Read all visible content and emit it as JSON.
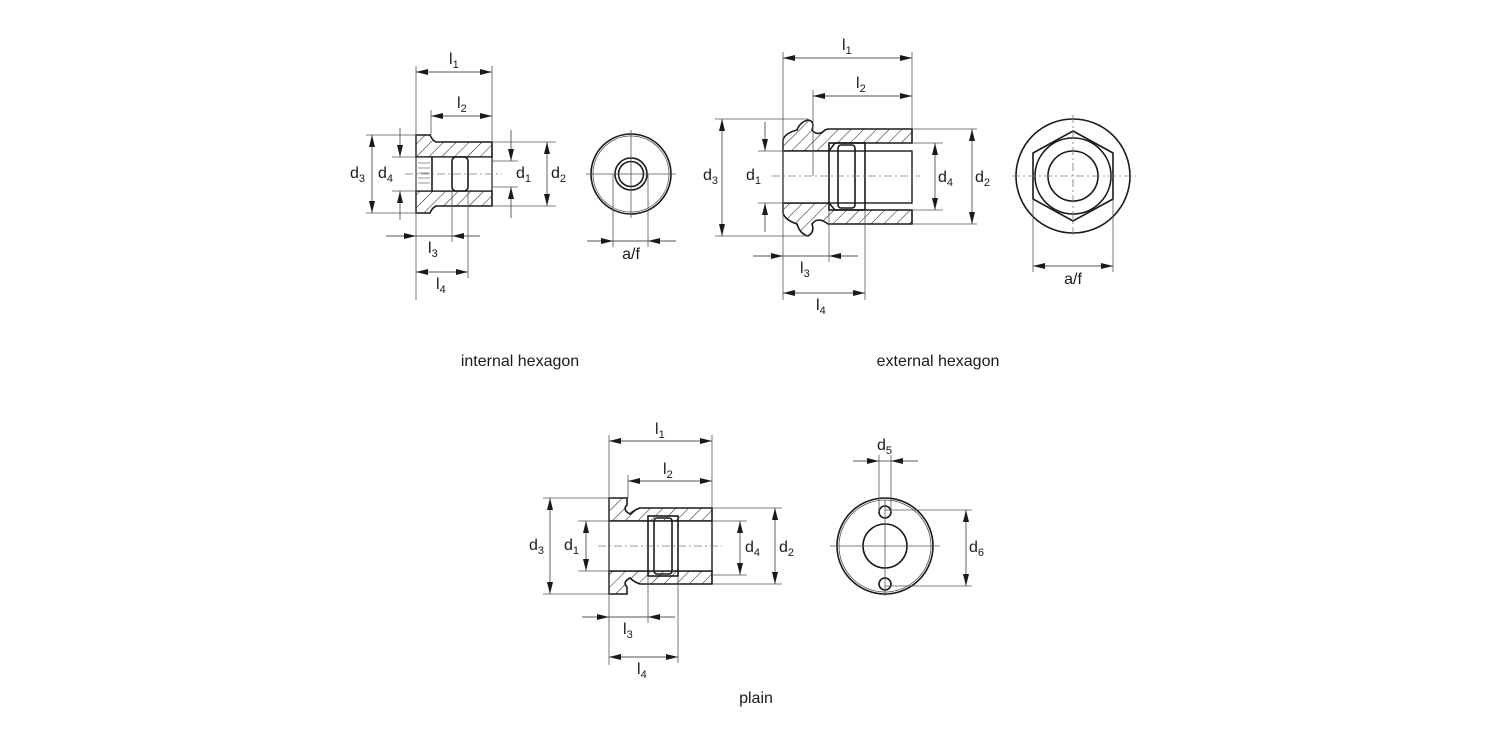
{
  "views": {
    "internal_hexagon": {
      "caption": "internal hexagon",
      "labels": {
        "l1": {
          "base": "l",
          "sub": "1"
        },
        "l2": {
          "base": "l",
          "sub": "2"
        },
        "l3": {
          "base": "l",
          "sub": "3"
        },
        "l4": {
          "base": "l",
          "sub": "4"
        },
        "d1": {
          "base": "d",
          "sub": "1"
        },
        "d2": {
          "base": "d",
          "sub": "2"
        },
        "d3": {
          "base": "d",
          "sub": "3"
        },
        "d4": {
          "base": "d",
          "sub": "4"
        },
        "af": "a/f"
      }
    },
    "external_hexagon": {
      "caption": "external hexagon",
      "labels": {
        "l1": {
          "base": "l",
          "sub": "1"
        },
        "l2": {
          "base": "l",
          "sub": "2"
        },
        "l3": {
          "base": "l",
          "sub": "3"
        },
        "l4": {
          "base": "l",
          "sub": "4"
        },
        "d1": {
          "base": "d",
          "sub": "1"
        },
        "d2": {
          "base": "d",
          "sub": "2"
        },
        "d3": {
          "base": "d",
          "sub": "3"
        },
        "d4": {
          "base": "d",
          "sub": "4"
        },
        "af": "a/f"
      }
    },
    "plain": {
      "caption": "plain",
      "labels": {
        "l1": {
          "base": "l",
          "sub": "1"
        },
        "l2": {
          "base": "l",
          "sub": "2"
        },
        "l3": {
          "base": "l",
          "sub": "3"
        },
        "l4": {
          "base": "l",
          "sub": "4"
        },
        "d1": {
          "base": "d",
          "sub": "1"
        },
        "d2": {
          "base": "d",
          "sub": "2"
        },
        "d3": {
          "base": "d",
          "sub": "3"
        },
        "d4": {
          "base": "d",
          "sub": "4"
        },
        "d5": {
          "base": "d",
          "sub": "5"
        },
        "d6": {
          "base": "d",
          "sub": "6"
        }
      }
    }
  }
}
